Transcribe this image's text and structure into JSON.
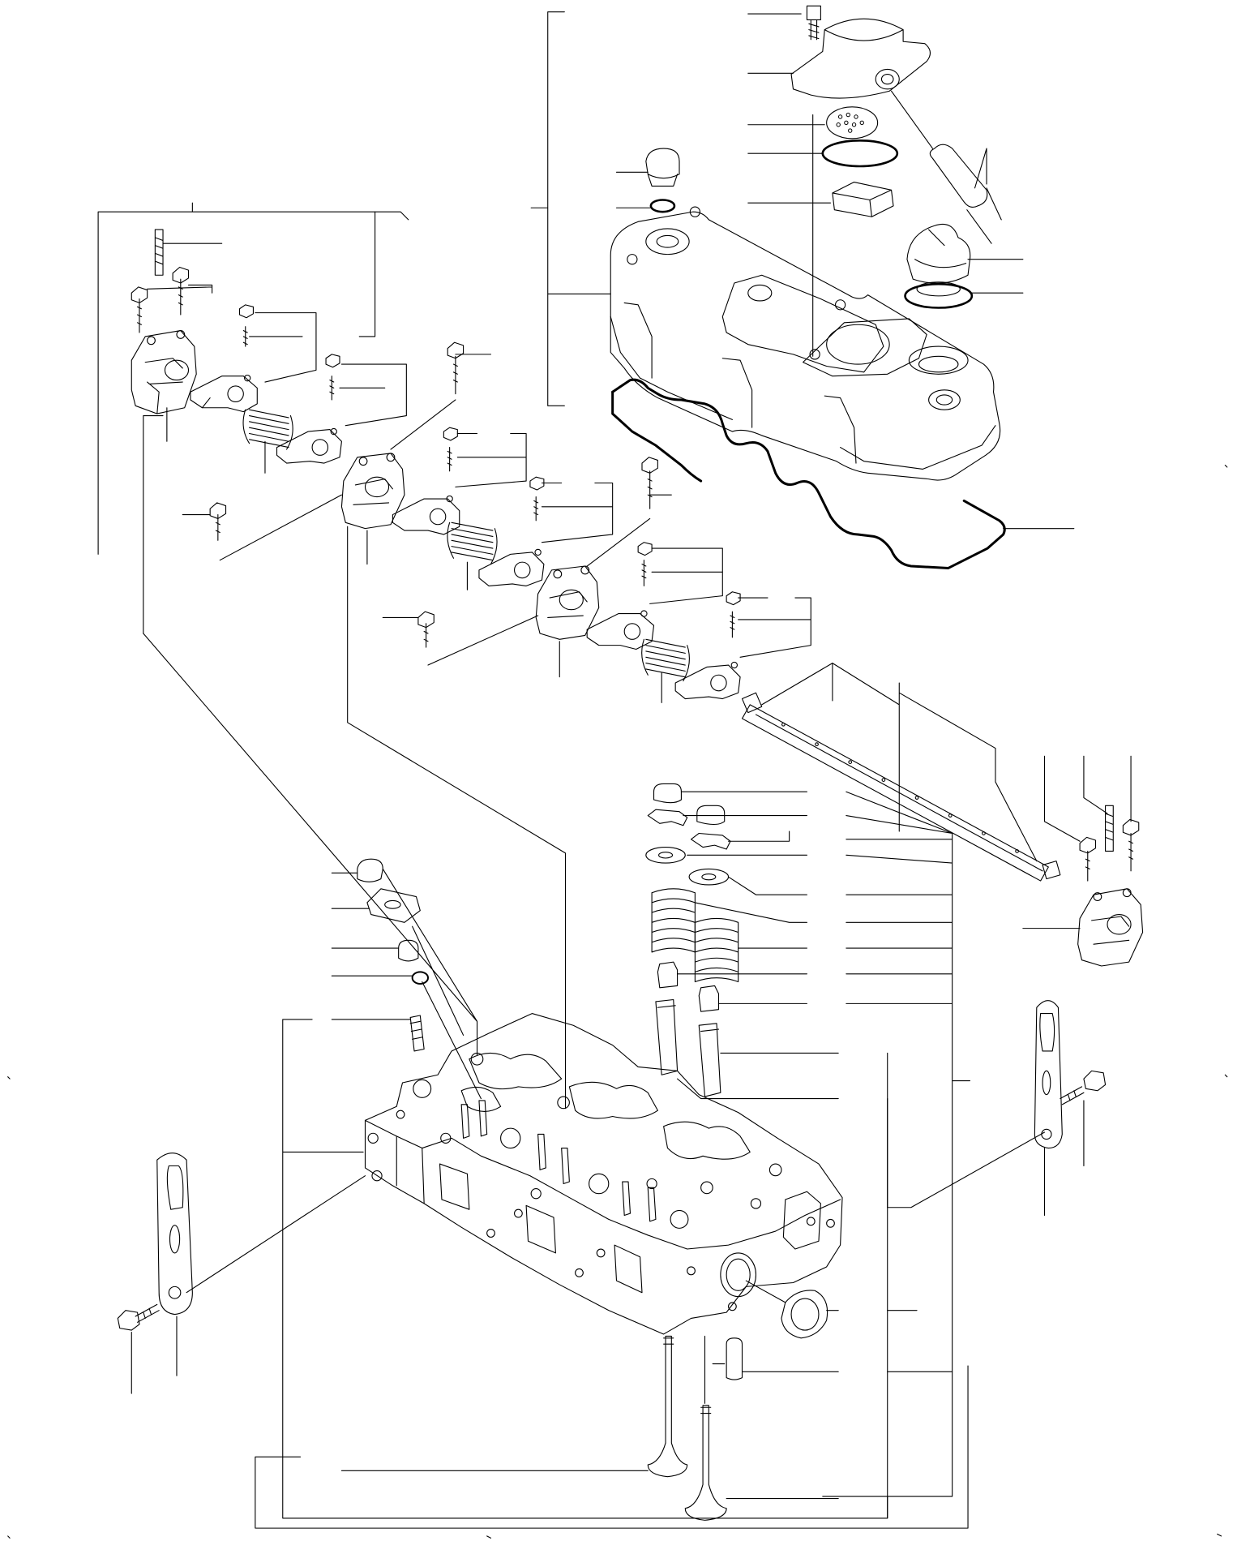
{
  "diagram": {
    "kind": "exploded parts view, no text labels printed",
    "line_color": "#000000",
    "background": "#ffffff",
    "parts": [
      {
        "name": "breather-cap",
        "icon": "cap"
      },
      {
        "name": "breather-gasket",
        "icon": "gasket"
      },
      {
        "name": "breather-filter",
        "icon": "filter-disc"
      },
      {
        "name": "o-ring",
        "icon": "ring"
      },
      {
        "name": "baffle-block",
        "icon": "block"
      },
      {
        "name": "breather-hose",
        "icon": "hose"
      },
      {
        "name": "oil-filler-cap",
        "icon": "cap"
      },
      {
        "name": "filler-o-ring",
        "icon": "ring"
      },
      {
        "name": "plug-bolt",
        "icon": "bolt"
      },
      {
        "name": "plug-washer",
        "icon": "washer"
      },
      {
        "name": "valve-cover",
        "icon": "cover"
      },
      {
        "name": "cover-gasket",
        "icon": "gasket"
      },
      {
        "name": "rocker-arm-support",
        "icon": "bracket"
      },
      {
        "name": "rocker-arm",
        "icon": "lever"
      },
      {
        "name": "rocker-spring",
        "icon": "spring"
      },
      {
        "name": "adjusting-screw",
        "icon": "screw"
      },
      {
        "name": "lock-nut",
        "icon": "nut"
      },
      {
        "name": "rocker-shaft",
        "icon": "shaft"
      },
      {
        "name": "valve-cotter",
        "icon": "cotter"
      },
      {
        "name": "spring-retainer",
        "icon": "retainer"
      },
      {
        "name": "valve-spring",
        "icon": "spring"
      },
      {
        "name": "valve-stem-seal",
        "icon": "seal"
      },
      {
        "name": "valve-guide",
        "icon": "guide"
      },
      {
        "name": "cylinder-head",
        "icon": "casting"
      },
      {
        "name": "head-stud",
        "icon": "stud"
      },
      {
        "name": "lifting-eye",
        "icon": "bracket"
      },
      {
        "name": "intake-valve",
        "icon": "valve"
      },
      {
        "name": "exhaust-valve",
        "icon": "valve"
      },
      {
        "name": "sealing-cap",
        "icon": "cap"
      },
      {
        "name": "dowel-pin",
        "icon": "pin"
      }
    ]
  }
}
